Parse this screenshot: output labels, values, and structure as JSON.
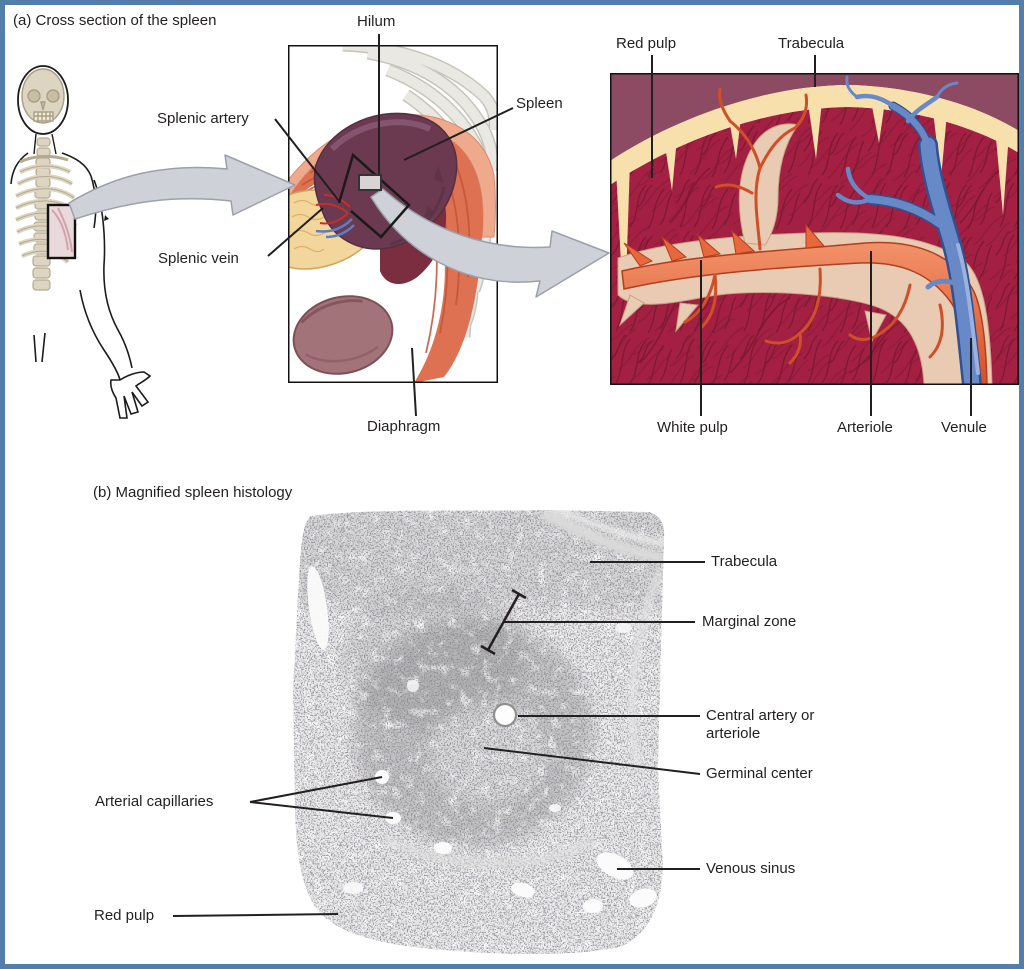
{
  "figure": {
    "section_a": {
      "title": "(a) Cross section of the spleen",
      "labels": {
        "hilum": "Hilum",
        "splenic_artery": "Splenic artery",
        "spleen": "Spleen",
        "splenic_vein": "Splenic vein",
        "diaphragm": "Diaphragm",
        "red_pulp": "Red pulp",
        "trabecula": "Trabecula",
        "white_pulp": "White pulp",
        "arteriole": "Arteriole",
        "venule": "Venule"
      }
    },
    "section_b": {
      "title": "(b) Magnified spleen histology",
      "labels": {
        "trabecula": "Trabecula",
        "marginal_zone": "Marginal zone",
        "central_artery": "Central artery or arteriole",
        "germinal_center": "Germinal center",
        "venous_sinus": "Venous sinus",
        "arterial_capillaries": "Arterial capillaries",
        "red_pulp": "Red pulp"
      }
    },
    "colors": {
      "frame_blue": "#537dab",
      "red_pulp": "#a32043",
      "tracery": "#7c1832",
      "capsule_cream": "#f7e0ac",
      "mauve_band": "#8d4a63",
      "arteriole_orange": "#dd5a2e",
      "venule_blue": "#6889c8",
      "white_pulp_beige": "#e8cbb2",
      "spleen_plum": "#6b3a50",
      "diaphragm_muscle": "#dd7152",
      "pancreas_yellow": "#f3d69b",
      "kidney_mauve": "#a3737a",
      "arrow_gray": "#ced2d8"
    }
  }
}
